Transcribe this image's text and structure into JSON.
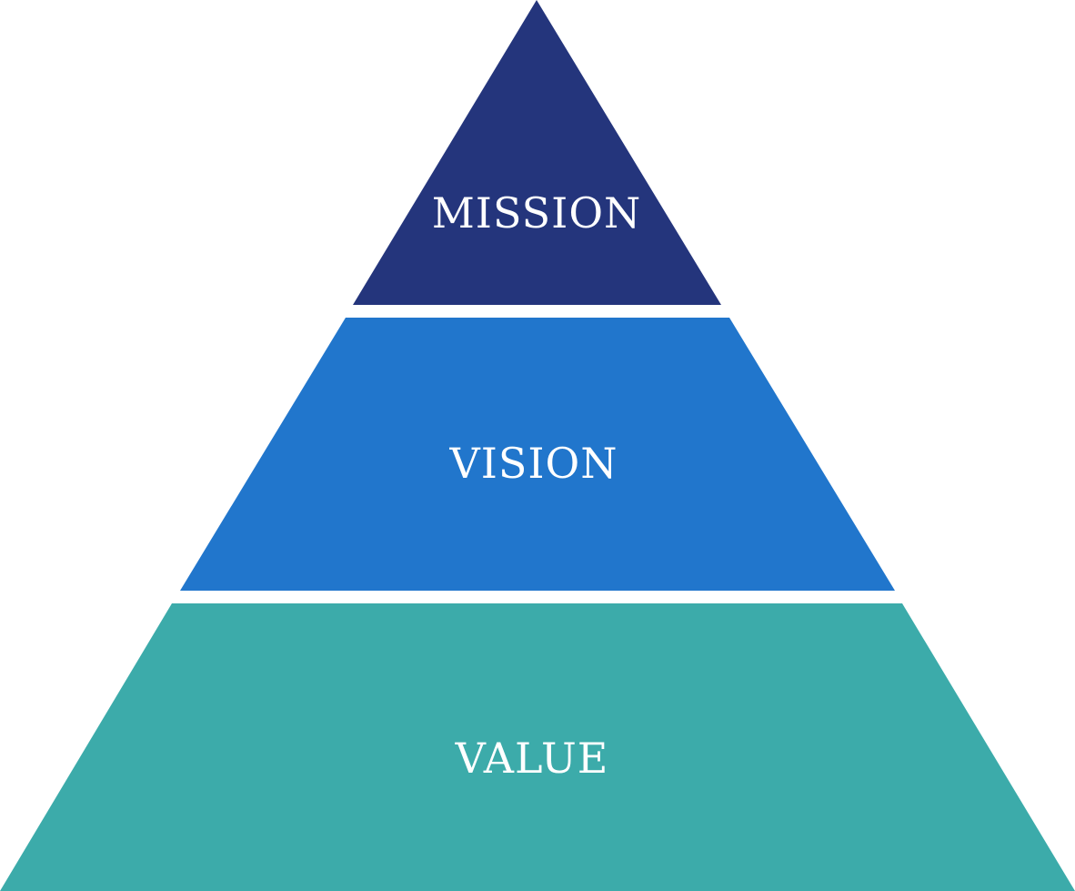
{
  "pyramid": {
    "tiers": [
      {
        "label": "MISSION",
        "color": "#24357c"
      },
      {
        "label": "VISION",
        "color": "#2176cc"
      },
      {
        "label": "VALUE",
        "color": "#3cabaa"
      }
    ]
  }
}
